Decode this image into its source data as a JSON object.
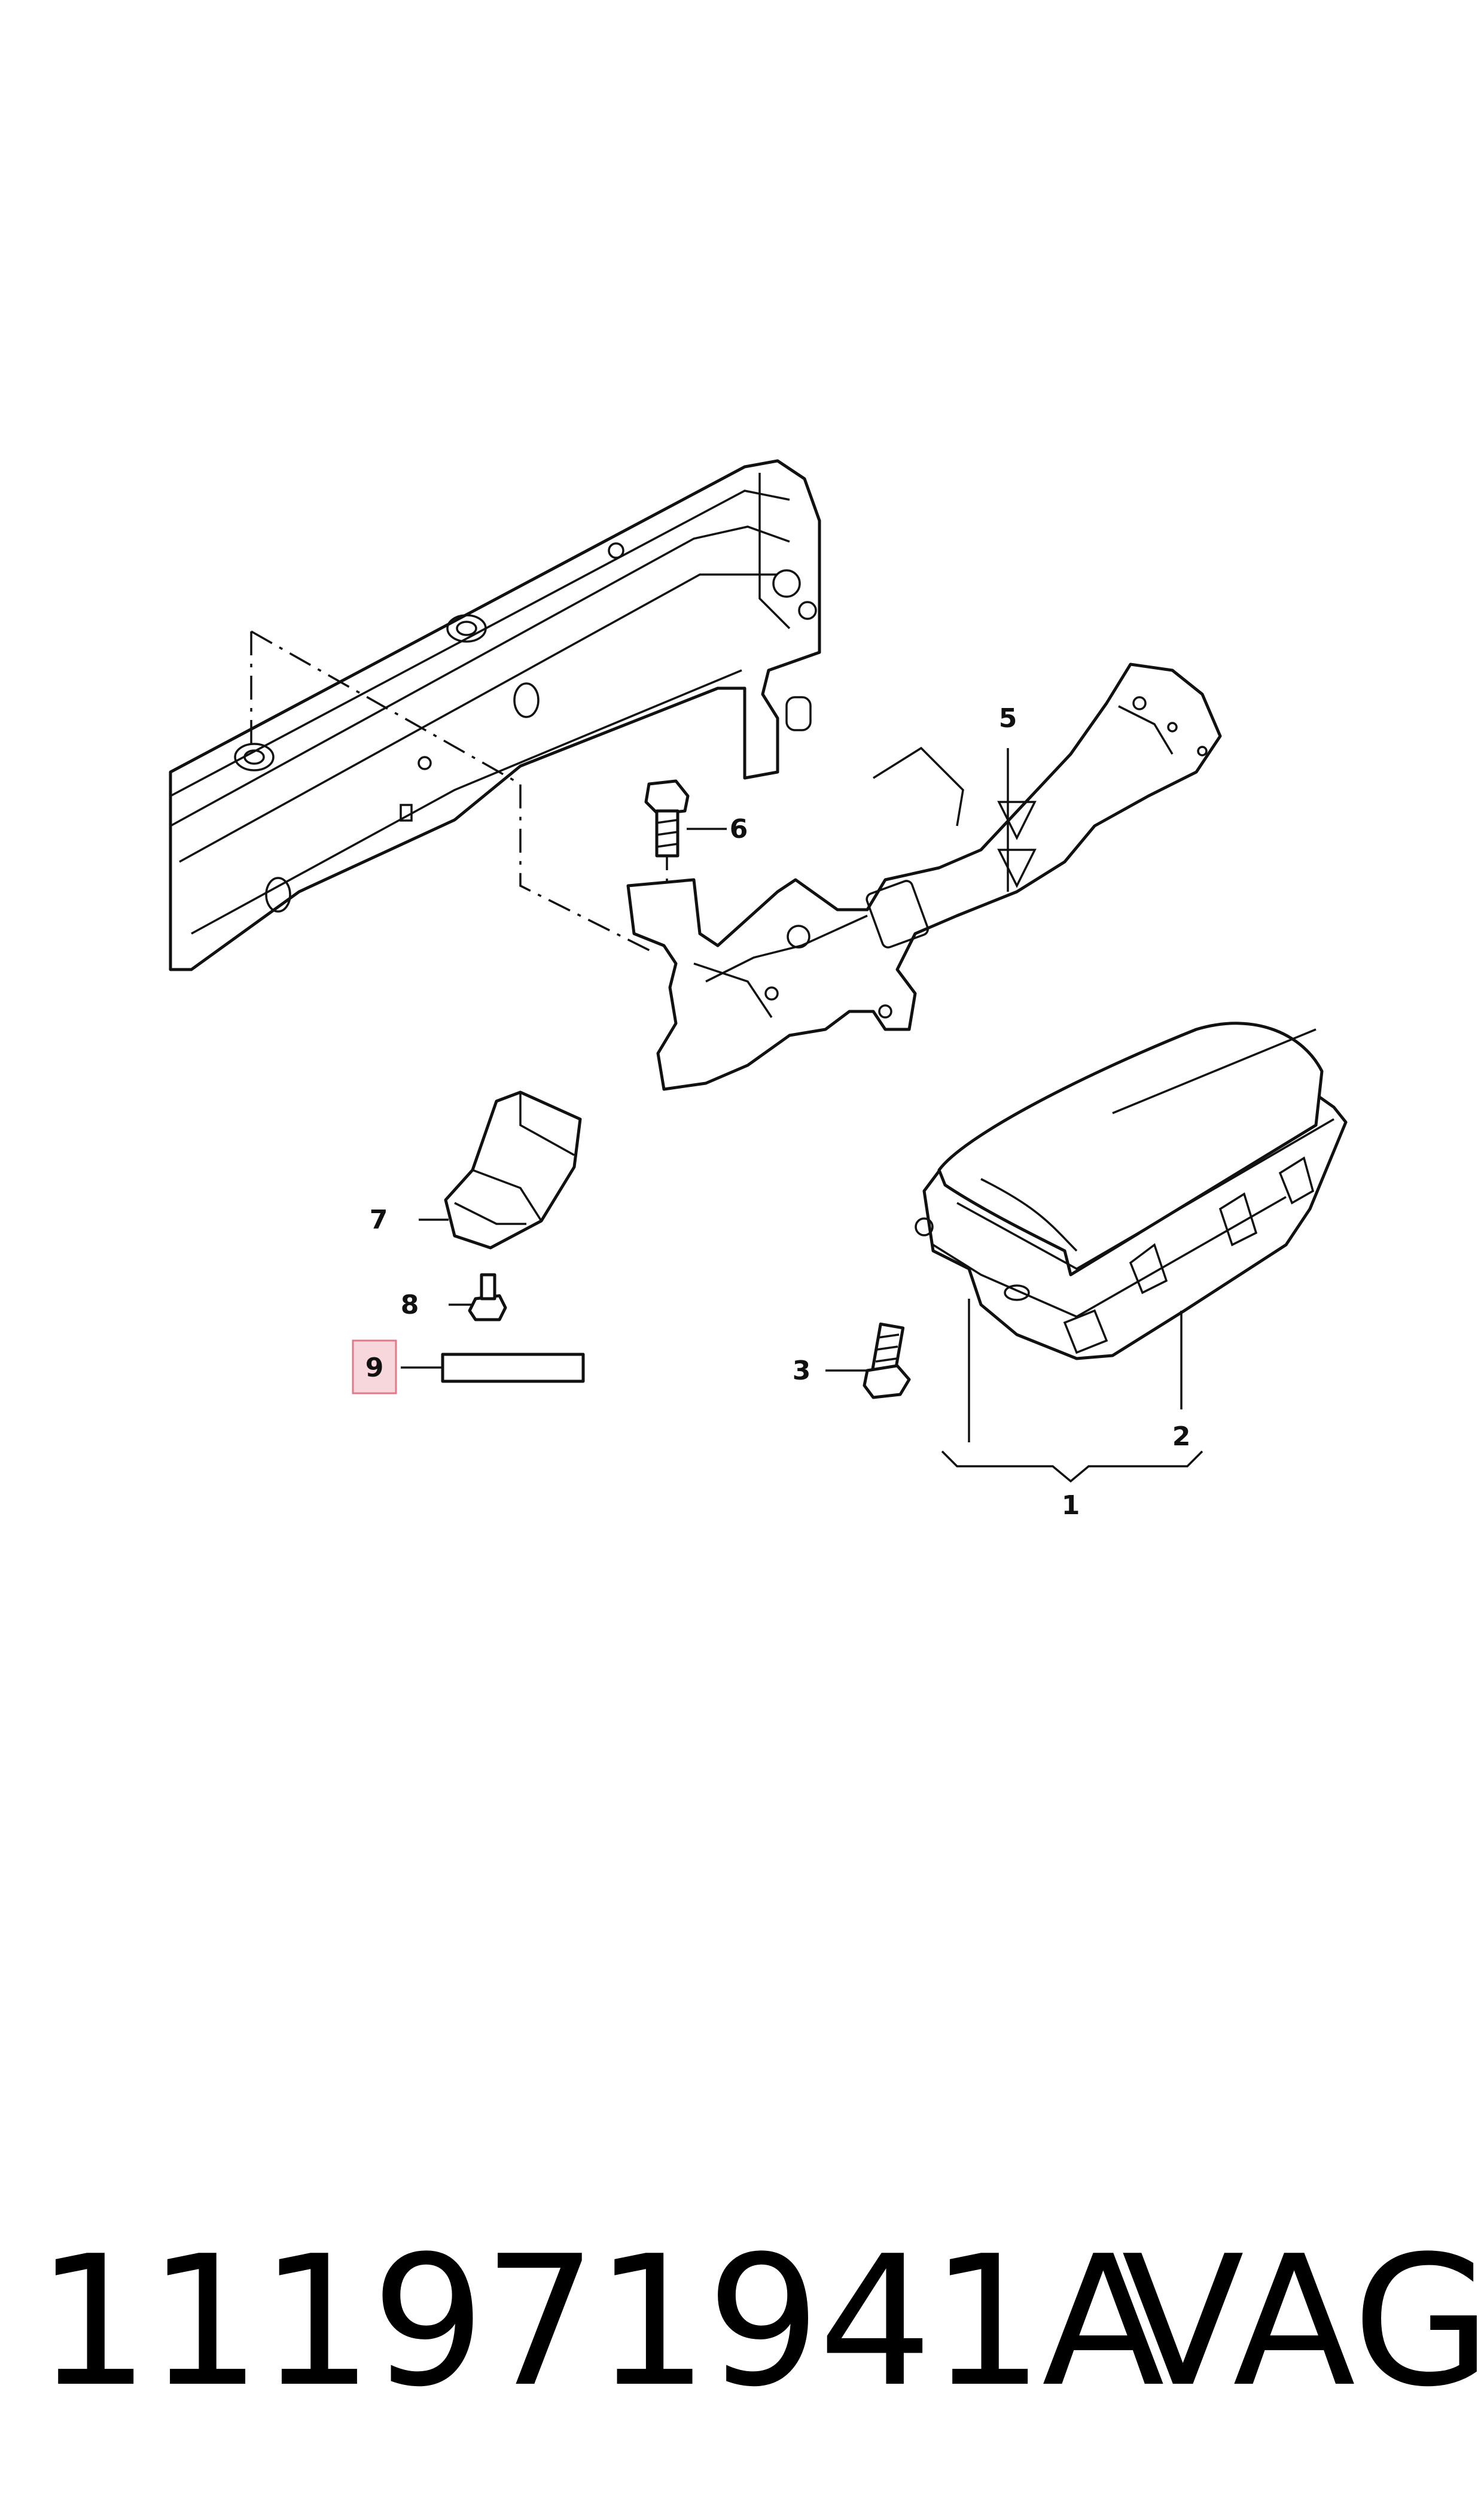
{
  "callouts": {
    "c1": "1",
    "c2": "2",
    "c3": "3",
    "c5": "5",
    "c6": "6",
    "c7": "7",
    "c8": "8",
    "c9": "9"
  },
  "highlight_color": "#f7d7dc",
  "footer": {
    "part_number": "111971941A",
    "brand": "VAG"
  }
}
